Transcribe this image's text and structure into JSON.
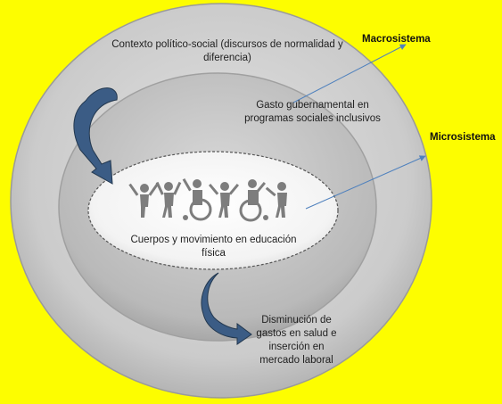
{
  "diagram": {
    "outer_label": "Contexto político-social (discursos de normalidad y diferencia)",
    "middle_label": "Gasto gubernamental en programas sociales inclusivos",
    "inner_label": "Cuerpos y movimiento en educación física",
    "bottom_label": "Disminución de gastos en salud e inserción en mercado laboral",
    "macro_label": "Macrosistema",
    "micro_label": "Microsistema"
  },
  "colors": {
    "background": "#fdfd00",
    "outer_ring": "#c8c8c8",
    "middle_ring": "#b4b4b4",
    "inner_ellipse": "#f7f7f7",
    "curved_arrow": "#3b5c85",
    "pointer_line": "#4f81bd"
  },
  "icons": {
    "figures": "children-with-disabilities-icon",
    "top_arrow": "curved-arrow-icon",
    "bottom_arrow": "curved-arrow-icon"
  }
}
